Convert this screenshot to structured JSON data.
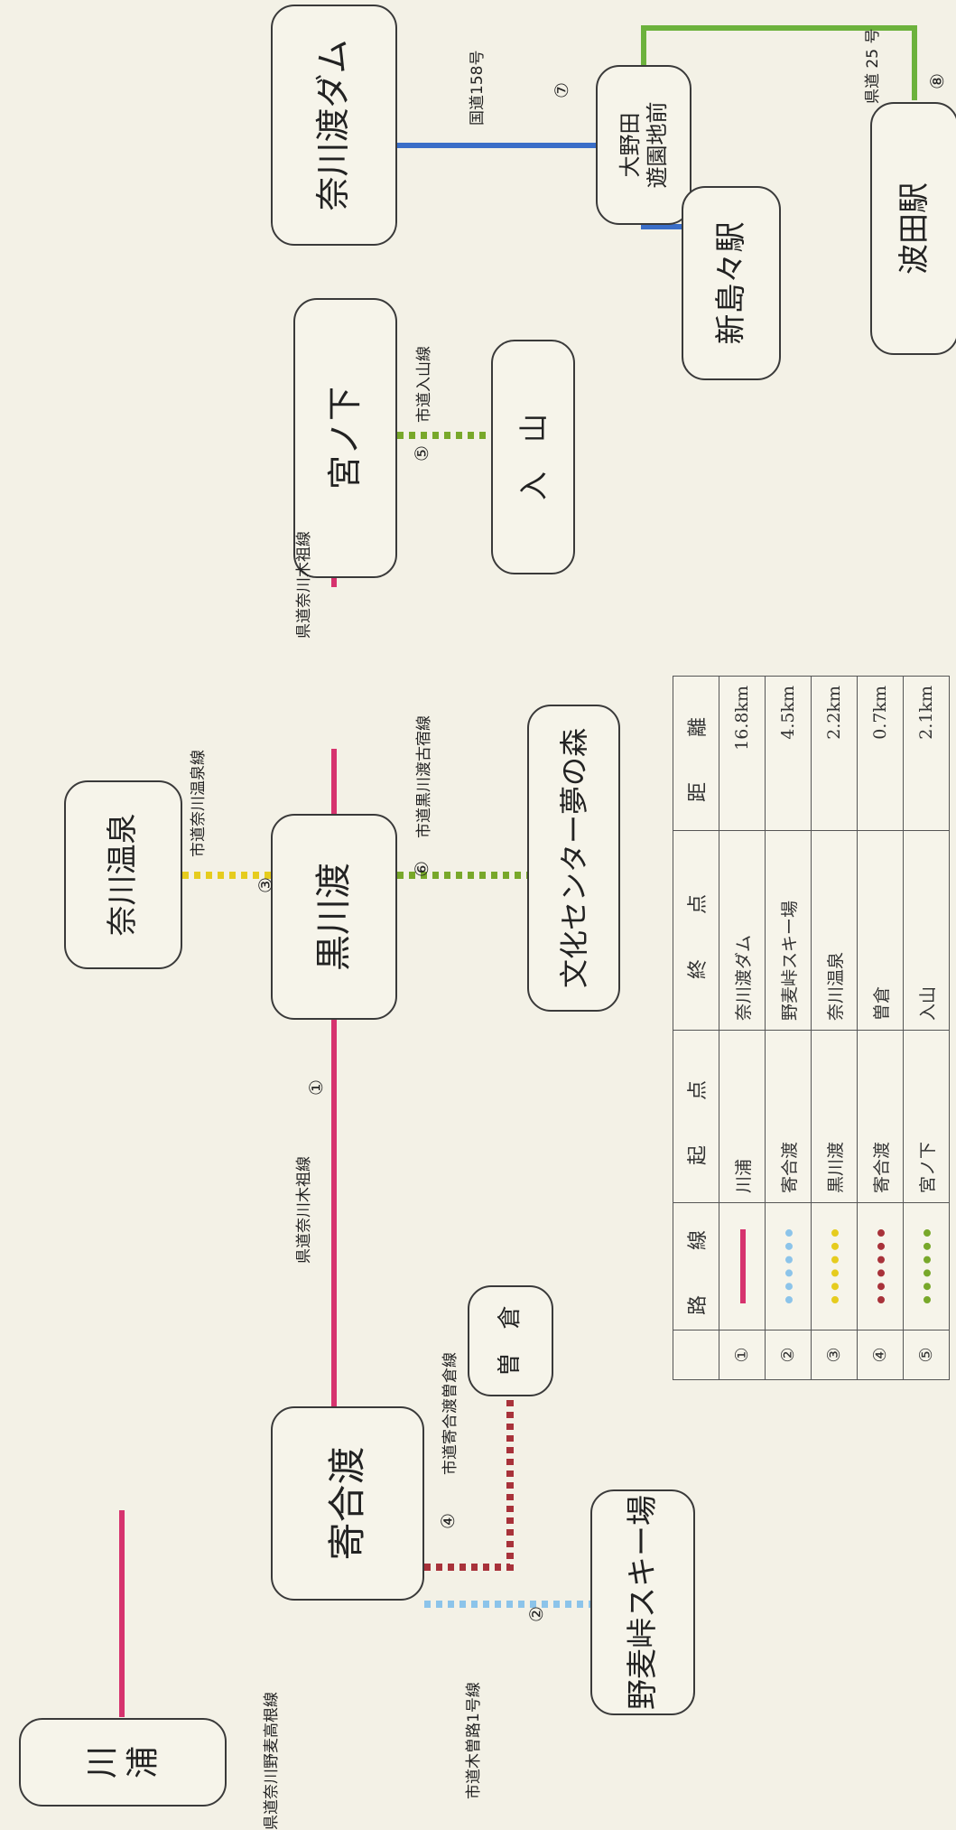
{
  "colors": {
    "red": "#d6336e",
    "light_blue": "#8cc4ea",
    "yellow": "#e6cc1e",
    "brown": "#a8323a",
    "green": "#78a82a",
    "blue": "#3a6ec8",
    "bright_green": "#6cb23c"
  },
  "nodes": {
    "kawaura": "川　浦",
    "yoriaito": "寄合渡",
    "nomugitoge": "野麦峠スキー場",
    "sogura": "曽　倉",
    "kurokawado": "黒川渡",
    "narakawa_onsen": "奈川温泉",
    "bunka_center": "文化センター夢の森",
    "miyanoshita": "宮ノ下",
    "iriyama": "入　山",
    "narakawado_dam": "奈川渡ダム",
    "onoda": "大野田\n遊園地前",
    "shinshimashima": "新島々駅",
    "hata": "波田駅"
  },
  "route_labels": {
    "r_kawaura": "県道奈川野麦高根線",
    "r1a": "県道奈川木祖線",
    "r1b": "県道奈川木祖線",
    "r2": "市道木曽路1号線",
    "r3": "市道奈川温泉線",
    "r4": "市道寄合渡曽倉線",
    "r5": "市道入山線",
    "r6": "市道黒川渡古宿線",
    "r7": "国道158号",
    "r8": "県道 25 号"
  },
  "circled_numbers": {
    "n1": "①",
    "n2": "②",
    "n3": "③",
    "n4": "④",
    "n5": "⑤",
    "n6": "⑥",
    "n7": "⑦",
    "n8": "⑧"
  },
  "table": {
    "headers": [
      "",
      "路　線",
      "起　点",
      "終　点",
      "距　離"
    ],
    "rows": [
      {
        "idx": "①",
        "style": "solid",
        "color": "#d6336e",
        "from": "川浦",
        "to": "奈川渡ダム",
        "distance": "16.8km"
      },
      {
        "idx": "②",
        "style": "dotted",
        "color": "#8cc4ea",
        "from": "寄合渡",
        "to": "野麦峠スキー場",
        "distance": "4.5km"
      },
      {
        "idx": "③",
        "style": "dotted",
        "color": "#e6cc1e",
        "from": "黒川渡",
        "to": "奈川温泉",
        "distance": "2.2km"
      },
      {
        "idx": "④",
        "style": "dotted",
        "color": "#a8323a",
        "from": "寄合渡",
        "to": "曽倉",
        "distance": "0.7km"
      },
      {
        "idx": "⑤",
        "style": "dotted",
        "color": "#78a82a",
        "from": "宮ノ下",
        "to": "入山",
        "distance": "2.1km"
      }
    ]
  }
}
